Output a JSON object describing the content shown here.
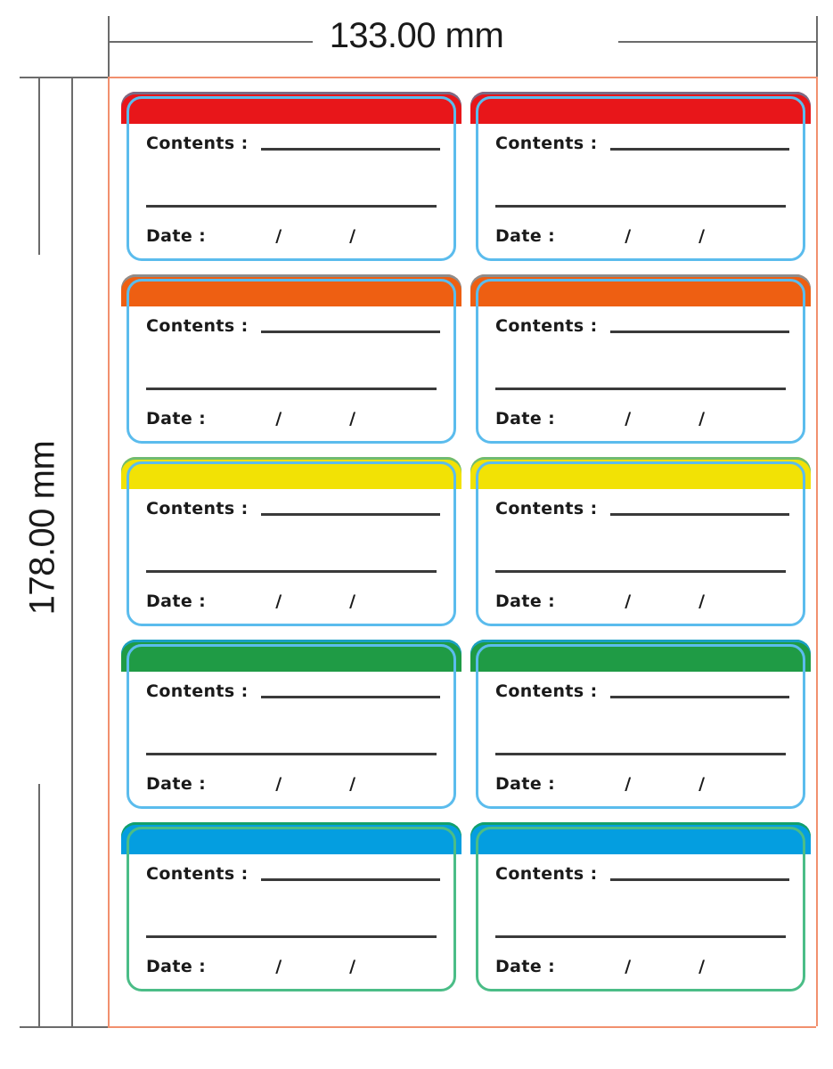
{
  "document": {
    "type": "label-sheet-dieline",
    "title": "Label sheet die-line with dimensions"
  },
  "dimensions": {
    "width_label": "133.00 mm",
    "height_label": "178.00 mm",
    "width_icon": "horizontal-dimension-arrow",
    "height_icon": "vertical-dimension-arrow"
  },
  "colors": {
    "trim_guide": "#f1906e",
    "dimension_guide": "#6b6b6b",
    "card_outline_blue": "#5bbced",
    "card_outline_green": "#4bbd87",
    "rule": "#3a3a3a",
    "text": "#1a1a1a",
    "row_red": "#e8161a",
    "row_orange": "#ee5f12",
    "row_yellow": "#f2e205",
    "row_green": "#1f9b45",
    "row_blue": "#049ee0"
  },
  "card": {
    "contents_label": "Contents :",
    "date_label": "Date :",
    "date_slash_1": "/",
    "date_slash_2": "/"
  },
  "rows": [
    {
      "index": 1,
      "color_name": "red",
      "strip_color": "#e8161a",
      "strip_edge_color": "#7a6b86",
      "outline_color": "#5bbced",
      "cards": [
        {
          "position": "left",
          "contents_label": "Contents :",
          "date_label": "Date :",
          "date_slash_1": "/",
          "date_slash_2": "/"
        },
        {
          "position": "right",
          "contents_label": "Contents :",
          "date_label": "Date :",
          "date_slash_1": "/",
          "date_slash_2": "/"
        }
      ]
    },
    {
      "index": 2,
      "color_name": "orange",
      "strip_color": "#ee5f12",
      "strip_edge_color": "#8d8d8d",
      "outline_color": "#5bbced",
      "cards": [
        {
          "position": "left",
          "contents_label": "Contents :",
          "date_label": "Date :",
          "date_slash_1": "/",
          "date_slash_2": "/"
        },
        {
          "position": "right",
          "contents_label": "Contents :",
          "date_label": "Date :",
          "date_slash_1": "/",
          "date_slash_2": "/"
        }
      ]
    },
    {
      "index": 3,
      "color_name": "yellow",
      "strip_color": "#f2e205",
      "strip_edge_color": "#6fbb72",
      "outline_color": "#5bbced",
      "cards": [
        {
          "position": "left",
          "contents_label": "Contents :",
          "date_label": "Date :",
          "date_slash_1": "/",
          "date_slash_2": "/"
        },
        {
          "position": "right",
          "contents_label": "Contents :",
          "date_label": "Date :",
          "date_slash_1": "/",
          "date_slash_2": "/"
        }
      ]
    },
    {
      "index": 4,
      "color_name": "green",
      "strip_color": "#1f9b45",
      "strip_edge_color": "#1a9fc4",
      "outline_color": "#5bbced",
      "cards": [
        {
          "position": "left",
          "contents_label": "Contents :",
          "date_label": "Date :",
          "date_slash_1": "/",
          "date_slash_2": "/"
        },
        {
          "position": "right",
          "contents_label": "Contents :",
          "date_label": "Date :",
          "date_slash_1": "/",
          "date_slash_2": "/"
        }
      ]
    },
    {
      "index": 5,
      "color_name": "blue",
      "strip_color": "#049ee0",
      "strip_edge_color": "#13a06a",
      "outline_color": "#4bbd87",
      "cards": [
        {
          "position": "left",
          "contents_label": "Contents :",
          "date_label": "Date :",
          "date_slash_1": "/",
          "date_slash_2": "/"
        },
        {
          "position": "right",
          "contents_label": "Contents :",
          "date_label": "Date :",
          "date_slash_1": "/",
          "date_slash_2": "/"
        }
      ]
    }
  ]
}
